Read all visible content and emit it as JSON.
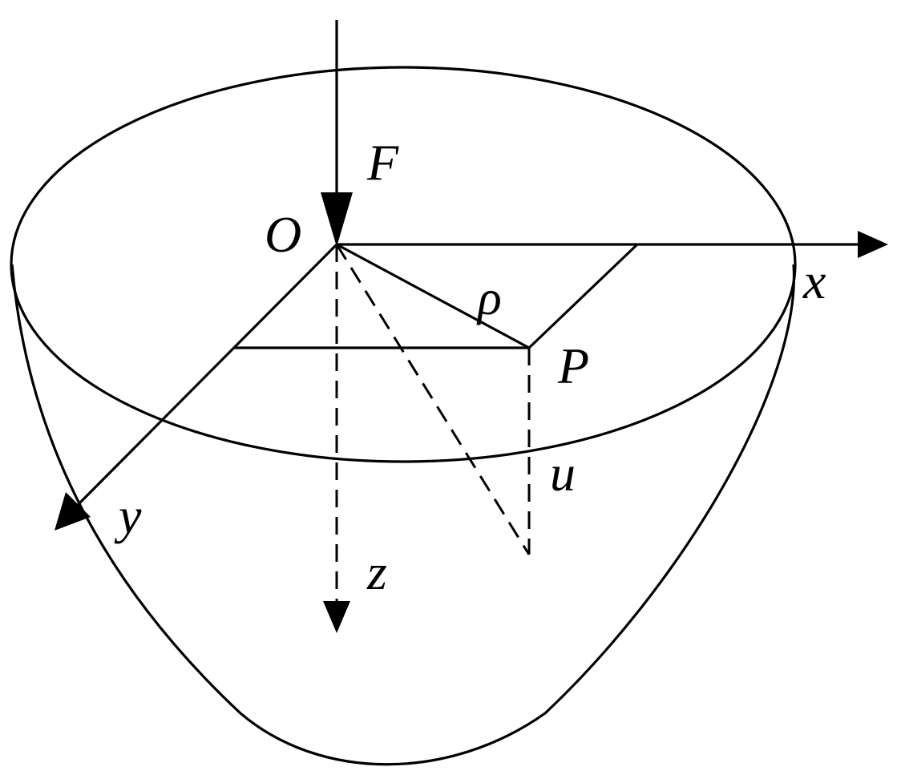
{
  "labels": {
    "force": "F",
    "origin": "O",
    "x_axis": "x",
    "y_axis": "y",
    "z_axis": "z",
    "radius": "ρ",
    "point": "P",
    "displacement": "u"
  },
  "colors": {
    "stroke": "#000000",
    "background": "#ffffff"
  }
}
